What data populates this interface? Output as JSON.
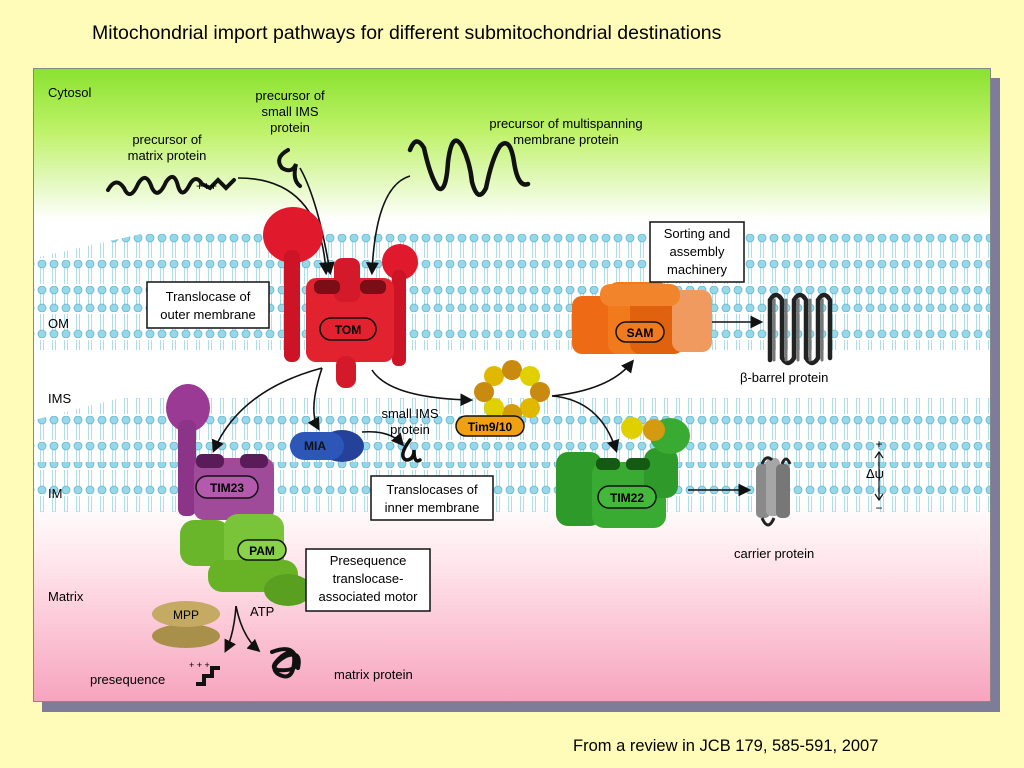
{
  "title": "Mitochondrial import pathways for different submitochondrial destinations",
  "footer": "From a review in JCB 179, 585-591, 2007",
  "compartments": {
    "cytosol": "Cytosol",
    "om": "OM",
    "ims": "IMS",
    "im": "IM",
    "matrix": "Matrix"
  },
  "precursors": {
    "matrix": [
      "precursor of",
      "matrix protein"
    ],
    "small_ims": [
      "precursor of",
      "small IMS",
      "protein"
    ],
    "multispanning": [
      "precursor of multispanning",
      "membrane protein"
    ],
    "plus_charges": "+++"
  },
  "complexes": {
    "tom": "TOM",
    "sam": "SAM",
    "tim910": "Tim9/10",
    "mia": "MIA",
    "tim23": "TIM23",
    "tim22": "TIM22",
    "pam": "PAM",
    "mpp": "MPP"
  },
  "boxes": {
    "tom_box": [
      "Translocase of",
      "outer membrane"
    ],
    "sam_box": [
      "Sorting and",
      "assembly",
      "machinery"
    ],
    "inner_box": [
      "Translocases of",
      "inner membrane"
    ],
    "pam_box": [
      "Presequence",
      "translocase-",
      "associated motor"
    ]
  },
  "labels": {
    "beta_barrel": "β-barrel protein",
    "small_ims_protein": [
      "small IMS",
      "protein"
    ],
    "carrier": "carrier protein",
    "delta_psi": "Δψ",
    "plus": "+",
    "minus": "−",
    "atp": "ATP",
    "presequence": "presequence",
    "matrix_protein": "matrix protein",
    "pre_charges": "+ + +"
  }
}
